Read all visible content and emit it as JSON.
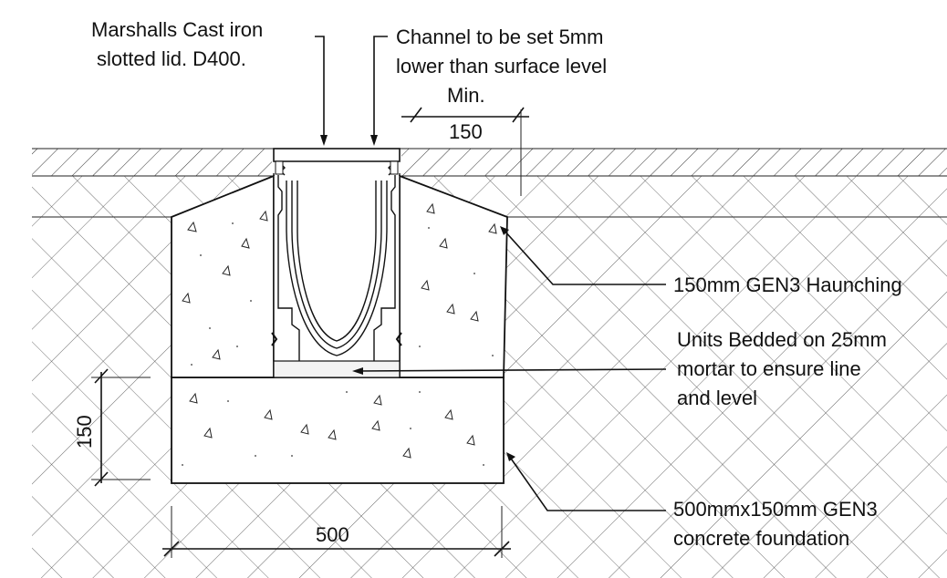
{
  "labels": {
    "lid_line1": "Marshalls Cast iron",
    "lid_line2": "slotted lid. D400.",
    "channel_line1": "Channel to be set 5mm",
    "channel_line2": "lower than surface level",
    "haunching": "150mm GEN3 Haunching",
    "bedding_line1": "Units Bedded on 25mm",
    "bedding_line2": "mortar to ensure line",
    "bedding_line3": "and level",
    "foundation_line1": "500mmx150mm GEN3",
    "foundation_line2": "concrete foundation"
  },
  "dimensions": {
    "min_label": "Min.",
    "min_value": "150",
    "height_value": "150",
    "width_value": "500"
  },
  "colors": {
    "line": "#111111",
    "background": "#ffffff"
  }
}
